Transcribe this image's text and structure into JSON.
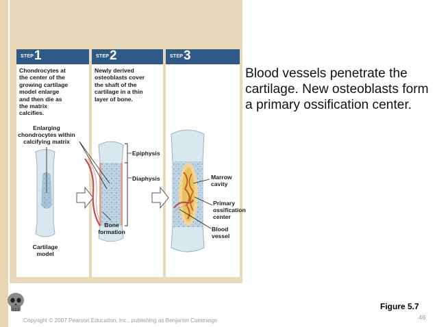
{
  "slide": {
    "body_text": "Blood vessels penetrate the cartilage. New osteoblasts form a primary ossification center.",
    "figure_label": "Figure 5.7",
    "page_number": "46",
    "copyright": "Copyright © 2007 Pearson Education, Inc., publishing as Benjamin Cummings"
  },
  "steps": [
    {
      "word": "STEP",
      "number": "1",
      "caption": [
        "Chondrocytes at",
        "the center of the",
        "growing cartilage",
        "model enlarge",
        "and then die as",
        "the matrix",
        "calcifies."
      ]
    },
    {
      "word": "STEP",
      "number": "2",
      "caption": [
        "Newly derived",
        "osteoblasts cover",
        "the shaft of the",
        "cartilage in a thin",
        "layer of bone."
      ]
    },
    {
      "word": "STEP",
      "number": "3",
      "caption": []
    }
  ],
  "labels": {
    "enlarging": [
      "Enlarging",
      "chondrocytes within",
      "calcifying matrix"
    ],
    "cartilage_model": [
      "Cartilage",
      "model"
    ],
    "epiphysis": "Epiphysis",
    "diaphysis": "Diaphysis",
    "bone_formation": [
      "Bone",
      "formation"
    ],
    "marrow_cavity": [
      "Marrow",
      "cavity"
    ],
    "primary_ossification": [
      "Primary",
      "ossification",
      "center"
    ],
    "blood_vessel": [
      "Blood",
      "vessel"
    ]
  },
  "colors": {
    "step_header": "#2f5a86",
    "frame": "#e8d9b9",
    "cartilage": "#d9e7ee",
    "matrix": "#a8c4d8",
    "vessel": "#c24b4b",
    "bone": "#e8c25a"
  }
}
